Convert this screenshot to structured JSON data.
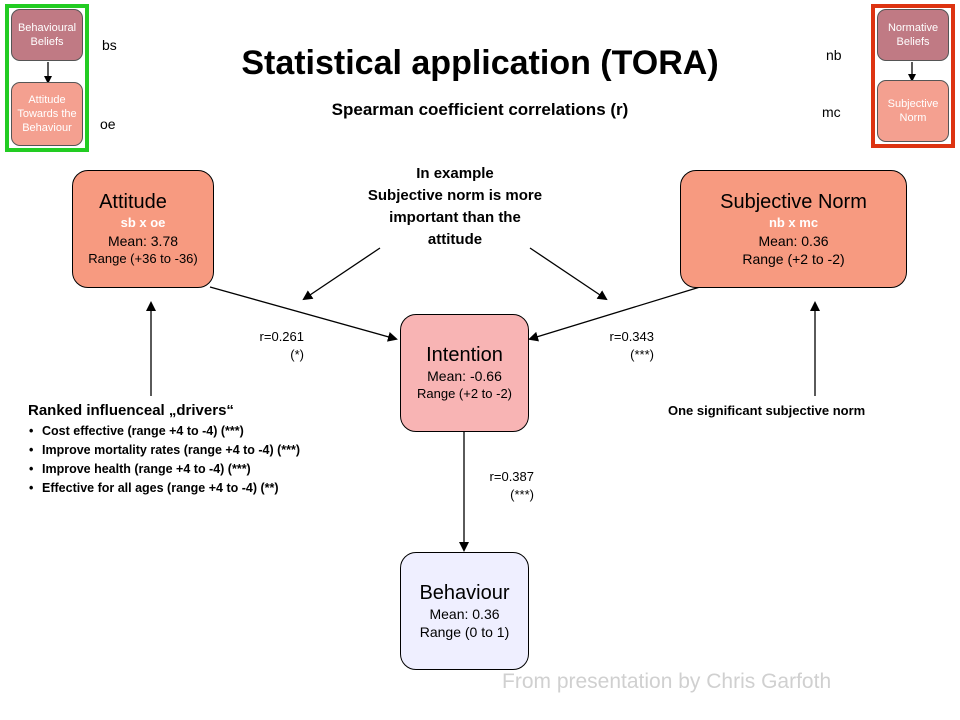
{
  "title": "Statistical application (TORA)",
  "subtitle": "Spearman coefficient correlations (r)",
  "legend_left": {
    "top_box": "Behavioural Beliefs",
    "bottom_box": "Attitude Towards the Behaviour",
    "label_top": "bs",
    "label_bottom": "oe",
    "frame_color": "#22cc22"
  },
  "legend_right": {
    "top_box": "Normative Beliefs",
    "bottom_box": "Subjective Norm",
    "label_top": "nb",
    "label_bottom": "mc",
    "frame_color": "#dd3311"
  },
  "nodes": {
    "attitude": {
      "name": "Attitude",
      "formula": "sb x oe",
      "mean": "Mean: 3.78",
      "range": "Range (+36 to -36)"
    },
    "subjective_norm": {
      "name": "Subjective Norm",
      "formula": "nb x mc",
      "mean": "Mean: 0.36",
      "range": "Range (+2 to -2)"
    },
    "intention": {
      "name": "Intention",
      "mean": "Mean: -0.66",
      "range": "Range (+2 to -2)"
    },
    "behaviour": {
      "name": "Behaviour",
      "mean": "Mean: 0.36",
      "range": "Range (0 to 1)"
    }
  },
  "correlations": {
    "attitude_intention": {
      "r": "r=0.261",
      "sig": "(*)"
    },
    "norm_intention": {
      "r": "r=0.343",
      "sig": "(***)"
    },
    "intention_behaviour": {
      "r": "r=0.387",
      "sig": "(***)"
    }
  },
  "example_note": {
    "line1": "In example",
    "line2": "Subjective norm is more",
    "line3": "important than the",
    "line4": "attitude"
  },
  "drivers": {
    "heading": "Ranked influenceal „drivers“",
    "items": [
      "Cost effective (range +4 to -4) (***)",
      "Improve mortality rates (range +4 to -4) (***)",
      "Improve health (range +4 to -4) (***)",
      "Effective for all ages (range +4 to -4) (**)"
    ]
  },
  "significant_norm": "One significant subjective norm",
  "footer": "From presentation by Chris Garfoth",
  "colors": {
    "attitude_fill": "#f79a80",
    "norm_fill": "#f79a80",
    "intention_fill": "#f8b4b4",
    "behaviour_fill": "#efefff",
    "mini_top_fill": "#c07a84",
    "mini_bottom_fill": "#f4a090"
  }
}
